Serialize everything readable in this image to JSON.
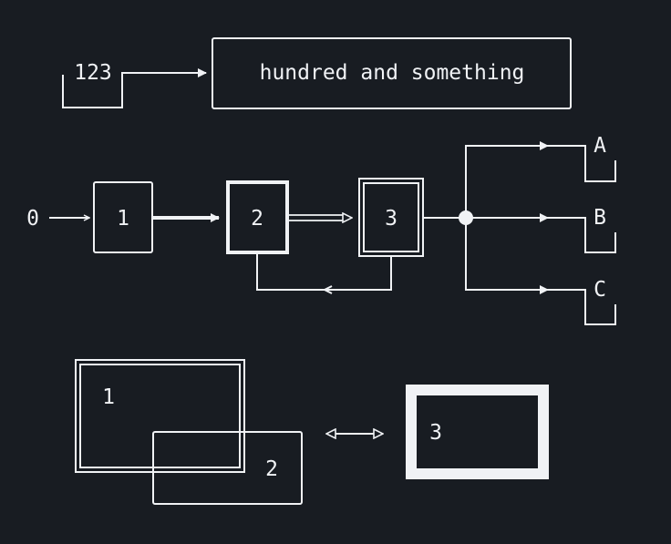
{
  "colors": {
    "background": "#181c22",
    "foreground": "#f0f2f5"
  },
  "top_row": {
    "source_label": "123",
    "target_label": "hundred and something"
  },
  "middle_row": {
    "start_label": "0",
    "box1_label": "1",
    "box2_label": "2",
    "box3_label": "3",
    "branch_a_label": "A",
    "branch_b_label": "B",
    "branch_c_label": "C"
  },
  "bottom_row": {
    "double_box_label": "1",
    "overlap_box_label": "2",
    "thick_box_label": "3"
  }
}
